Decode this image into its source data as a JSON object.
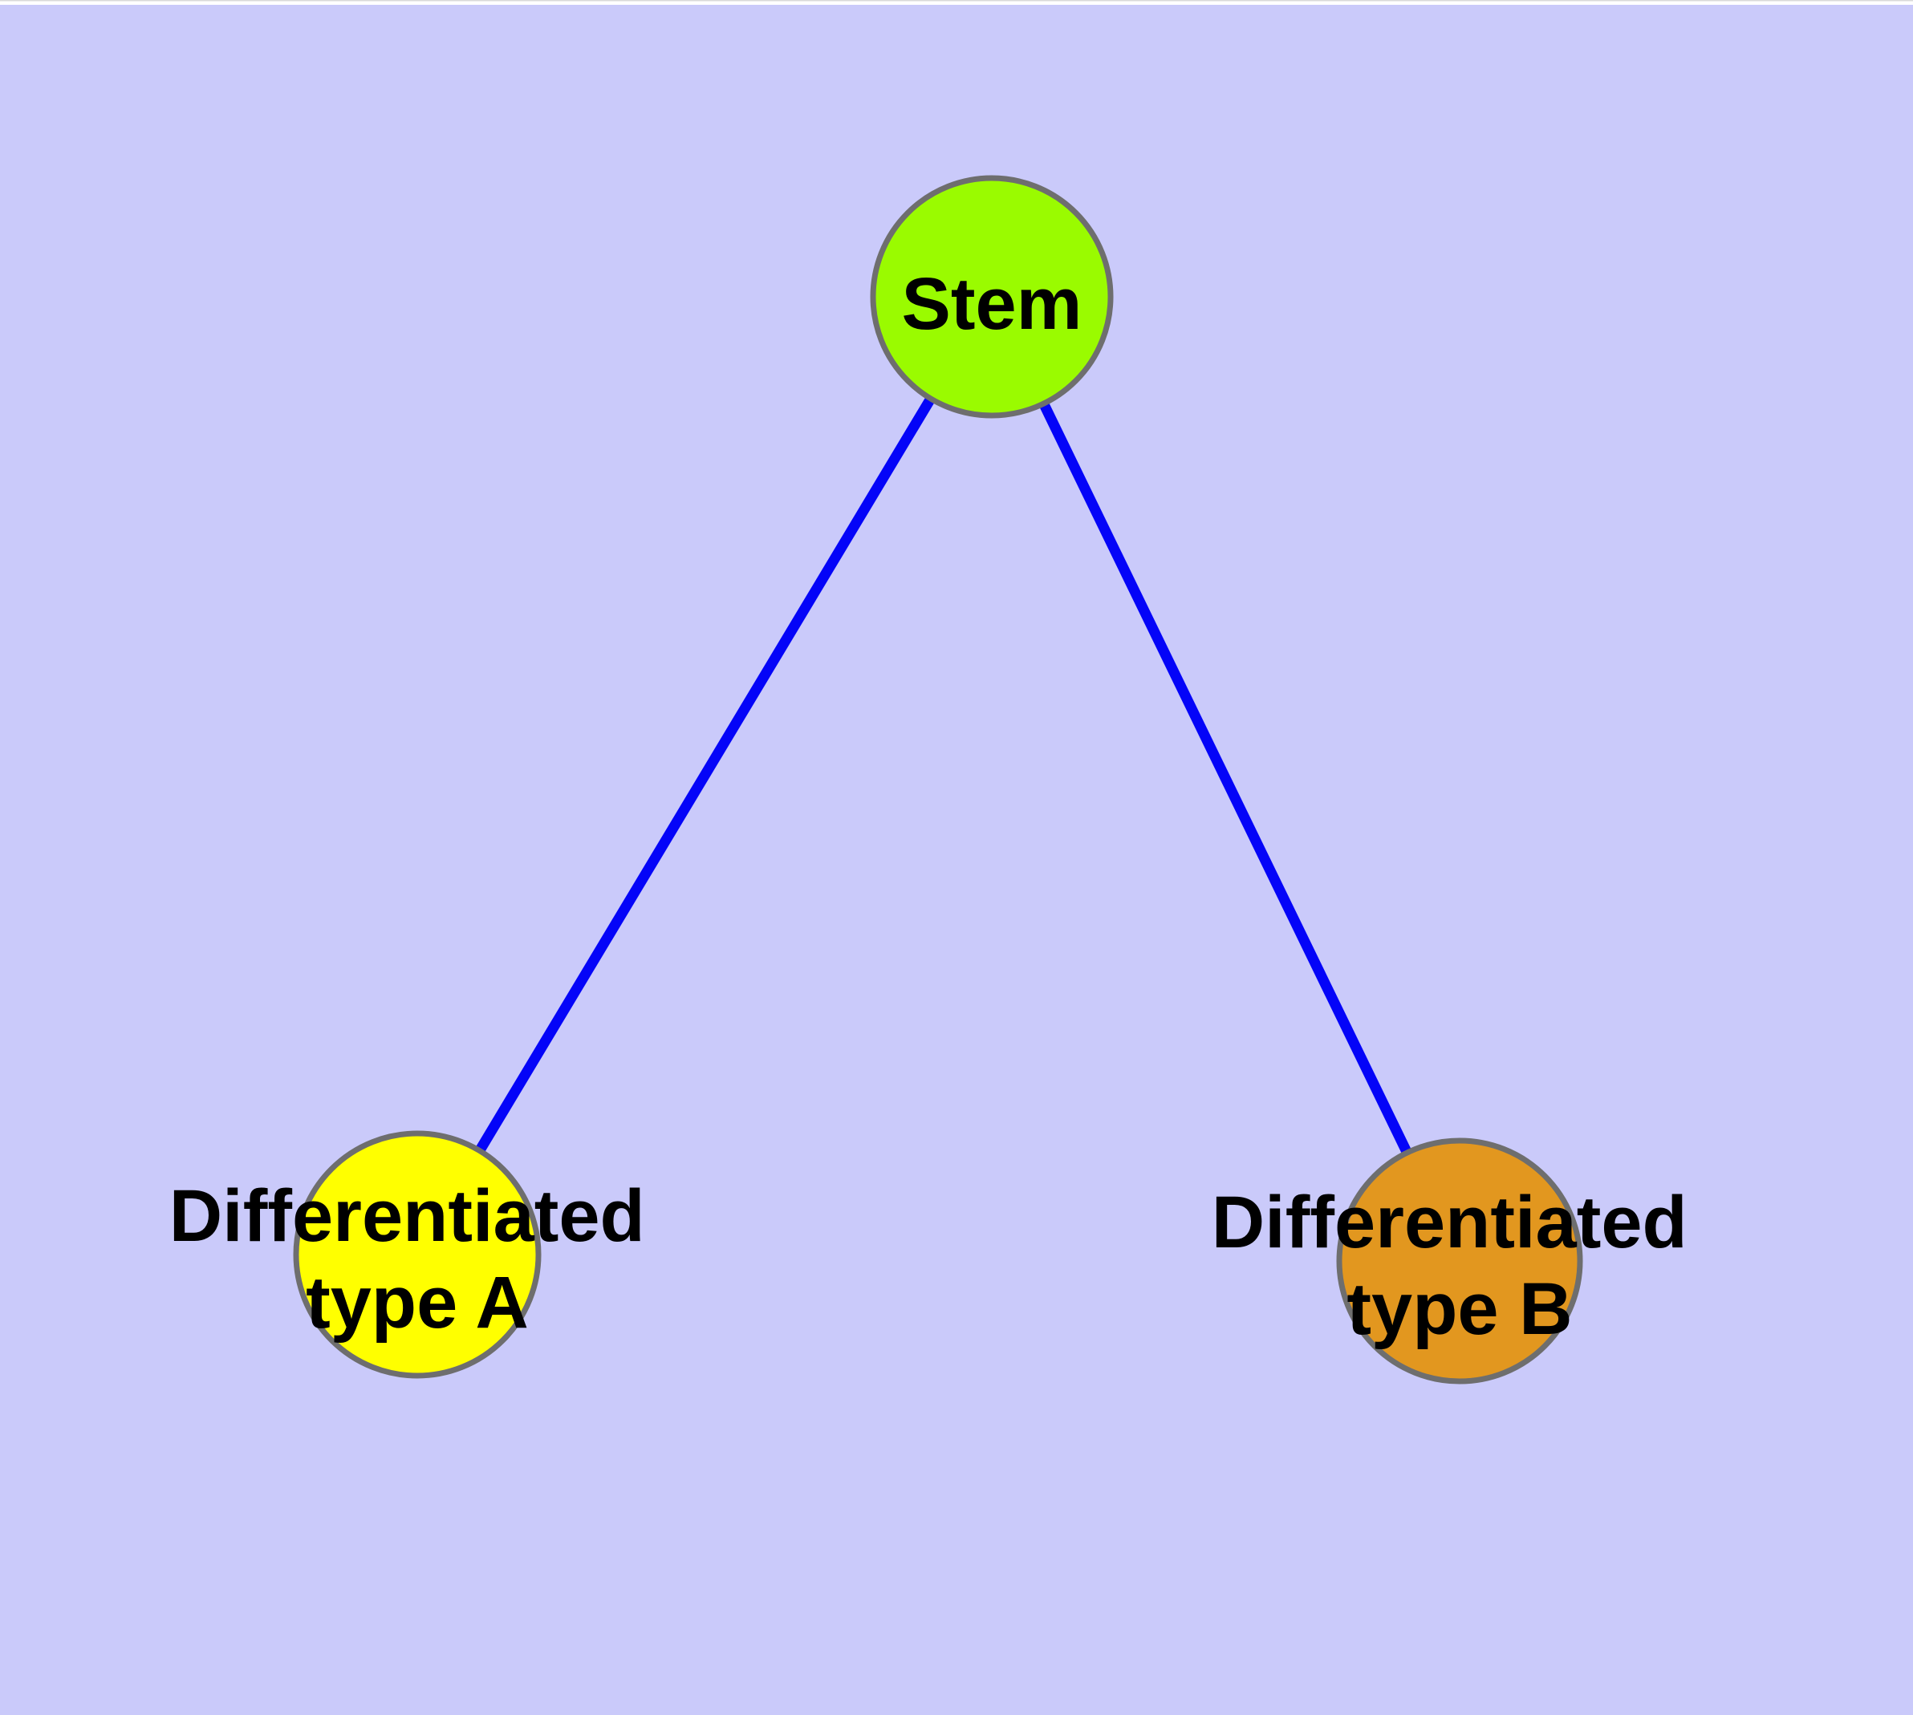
{
  "diagram": {
    "background_color": "#CACAFA",
    "top_strip_color": "#FFFFFF",
    "top_strip_line_color": "#D9D9D9",
    "edge_color": "#0404F8",
    "node_border_color": "#6E6E6E",
    "label_color": "#000000",
    "nodes": [
      {
        "id": "stem",
        "label_lines": [
          "Stem"
        ],
        "fill": "#9AFB00"
      },
      {
        "id": "differentiated-type-a",
        "label_lines": [
          "Differentiated",
          "type A"
        ],
        "fill": "#FFFF00"
      },
      {
        "id": "differentiated-type-b",
        "label_lines": [
          "Differentiated",
          "type B"
        ],
        "fill": "#E2971F"
      }
    ],
    "edges": [
      {
        "from": "Stem",
        "to": "Differentiated type A"
      },
      {
        "from": "Stem",
        "to": "Differentiated type B"
      }
    ]
  }
}
